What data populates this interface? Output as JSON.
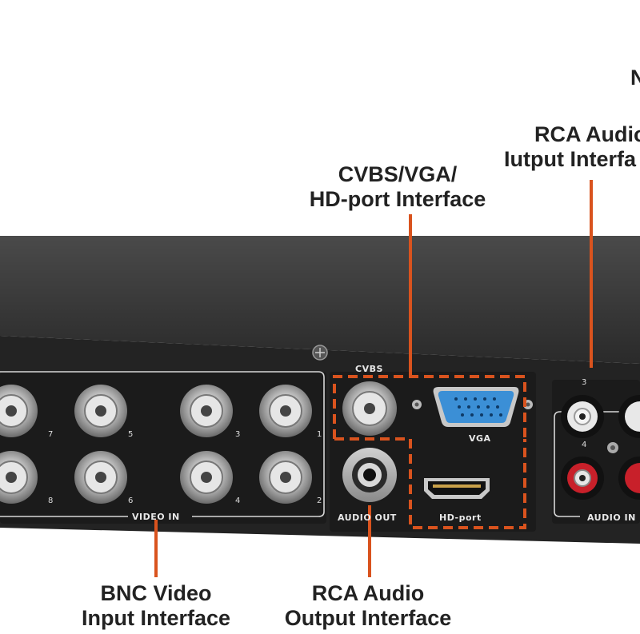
{
  "callouts": {
    "top_right_fragment": "N",
    "rca_audio_input_line1": "RCA Audio",
    "rca_audio_input_line2": "Iutput Interfa",
    "cvbs_vga_hd_line1": "CVBS/VGA/",
    "cvbs_vga_hd_line2": "HD-port Interface",
    "bnc_video_line1": "BNC Video",
    "bnc_video_line2": "Input Interface",
    "rca_audio_output_line1": "RCA Audio",
    "rca_audio_output_line2": "Output Interface"
  },
  "panel": {
    "cvbs_label": "CVBS",
    "vga_label": "VGA",
    "hdport_label": "HD-port",
    "video_in_label": "VIDEO IN",
    "audio_out_label": "AUDIO OUT",
    "audio_in_label": "AUDIO IN",
    "bnc_numbers_top": [
      "7",
      "5",
      "3",
      "1"
    ],
    "bnc_numbers_bottom": [
      "8",
      "6",
      "4",
      "2"
    ],
    "audio_in_numbers": [
      "3",
      "4"
    ]
  },
  "colors": {
    "callout_line": "#d9531e",
    "device_body": "#2e2e2e",
    "panel": "#1c1c1c",
    "vga_port": "#3b8fd6",
    "rca_red": "#c8202a"
  }
}
